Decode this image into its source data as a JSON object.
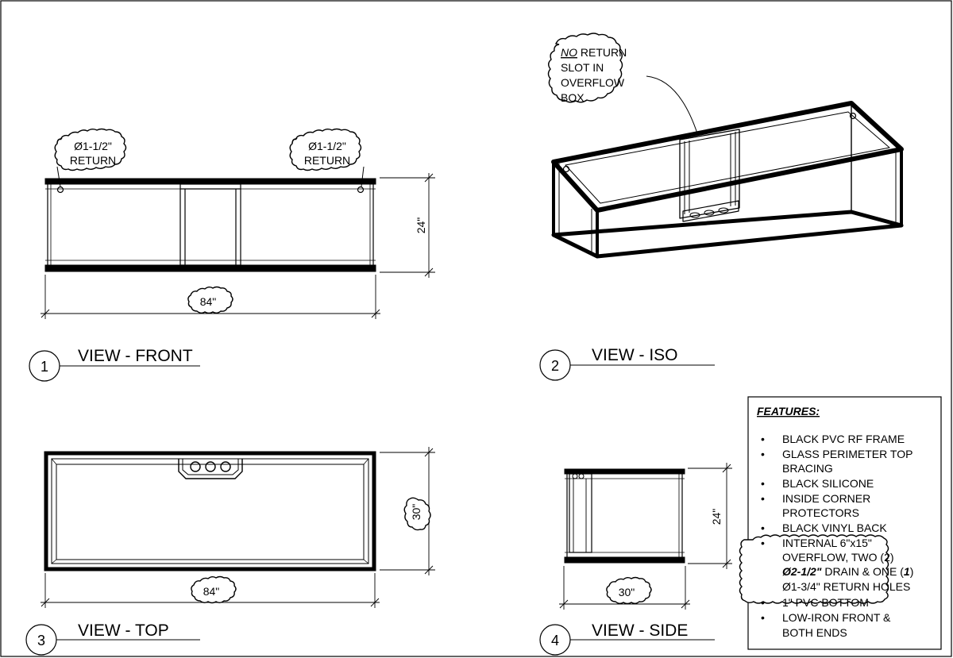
{
  "colors": {
    "ink": "#000000",
    "paper": "#ffffff"
  },
  "front": {
    "return_left": [
      "Ø1-1/2\"",
      "RETURN"
    ],
    "return_right": [
      "Ø1-1/2\"",
      "RETURN"
    ],
    "height_dim": "24\"",
    "width_dim": "84\"",
    "number": "1",
    "title": "VIEW - FRONT"
  },
  "iso": {
    "callout": [
      "NO",
      " RETURN",
      "SLOT IN",
      "OVERFLOW",
      "BOX"
    ],
    "number": "2",
    "title": "VIEW - ISO"
  },
  "top": {
    "depth_dim": "30\"",
    "width_dim": "84\"",
    "number": "3",
    "title": "VIEW - TOP"
  },
  "side": {
    "height_dim": "24\"",
    "depth_dim": "30\"",
    "number": "4",
    "title": "VIEW - SIDE"
  },
  "features": {
    "heading": "FEATURES:",
    "items": [
      {
        "lines": [
          "BLACK PVC RF FRAME"
        ]
      },
      {
        "lines": [
          "GLASS PERIMETER TOP",
          "BRACING"
        ]
      },
      {
        "lines": [
          "BLACK SILICONE"
        ]
      },
      {
        "lines": [
          "INSIDE CORNER",
          "PROTECTORS"
        ]
      },
      {
        "lines": [
          "BLACK VINYL BACK"
        ]
      },
      {
        "lines": [
          "INTERNAL 6\"x15\"",
          "OVERFLOW, TWO (2)"
        ]
      },
      {
        "lines": [
          "Ø2-1/2\"",
          " DRAIN & ONE (",
          "1",
          ")"
        ]
      },
      {
        "lines": [
          "Ø1-3/4\" RETURN HOLES"
        ]
      },
      {
        "lines": [
          "1\" PVC BOTTOM"
        ]
      },
      {
        "lines": [
          "LOW-IRON FRONT &",
          "BOTH ENDS"
        ]
      }
    ]
  }
}
